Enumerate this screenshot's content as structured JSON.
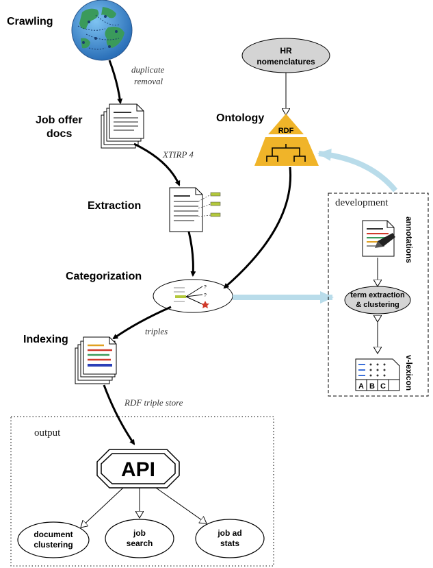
{
  "stages": {
    "crawling": "Crawling",
    "job_offer_line1": "Job offer",
    "job_offer_line2": "docs",
    "extraction": "Extraction",
    "categorization": "Categorization",
    "indexing": "Indexing",
    "ontology": "Ontology"
  },
  "edge_labels": {
    "duplicate_line1": "duplicate",
    "duplicate_line2": "removal",
    "xtirp": "XTIRP 4",
    "triples": "triples",
    "rdf_store": "RDF triple store"
  },
  "hr": {
    "line1": "HR",
    "line2": "nomenclatures"
  },
  "rdf": "RDF",
  "development": {
    "title": "development",
    "annotations": "annotations",
    "term_line1": "term extraction",
    "term_line2": "& clustering",
    "vlexicon": "v-lexicon",
    "lexicon_letters": [
      "A",
      "B",
      "C"
    ]
  },
  "output": {
    "title": "output",
    "api": "API",
    "nodes": [
      {
        "line1": "document",
        "line2": "clustering"
      },
      {
        "line1": "job",
        "line2": "search"
      },
      {
        "line1": "job ad",
        "line2": "stats"
      }
    ]
  },
  "colors": {
    "ontology_fill": "#f0b429",
    "flow_arrow": "#b9dcea",
    "node_gray": "#d4d4d4",
    "globe_blue": "#3b8fd9",
    "globe_green": "#3a9a5b"
  }
}
